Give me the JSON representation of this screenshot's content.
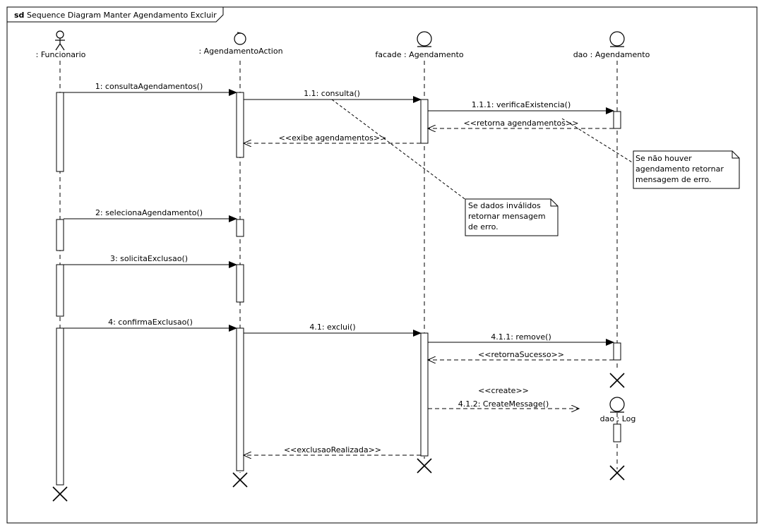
{
  "frame": {
    "keyword": "sd",
    "title": "Sequence Diagram Manter Agendamento Excluir"
  },
  "lifelines": [
    {
      "id": "funcionario",
      "kind": "actor",
      "label": ": Funcionario"
    },
    {
      "id": "action",
      "kind": "control",
      "label": ": AgendamentoAction"
    },
    {
      "id": "facade",
      "kind": "entity",
      "label": "facade : Agendamento"
    },
    {
      "id": "dao",
      "kind": "entity",
      "label": "dao : Agendamento"
    },
    {
      "id": "log",
      "kind": "entity",
      "label": "dao : Log"
    }
  ],
  "messages": [
    {
      "id": "m1",
      "label": "1: consultaAgendamentos()",
      "type": "sync"
    },
    {
      "id": "m11",
      "label": "1.1: consulta()",
      "type": "sync"
    },
    {
      "id": "m111",
      "label": "1.1.1: verificaExistencia()",
      "type": "sync"
    },
    {
      "id": "r111",
      "label": "<<retorna agendamentos>>",
      "type": "return"
    },
    {
      "id": "r11",
      "label": "<<exibe agendamentos>>",
      "type": "return"
    },
    {
      "id": "m2",
      "label": "2: selecionaAgendamento()",
      "type": "sync"
    },
    {
      "id": "m3",
      "label": "3: solicitaExclusao()",
      "type": "sync"
    },
    {
      "id": "m4",
      "label": "4: confirmaExclusao()",
      "type": "sync"
    },
    {
      "id": "m41",
      "label": "4.1: exclui()",
      "type": "sync"
    },
    {
      "id": "m411",
      "label": "4.1.1: remove()",
      "type": "sync"
    },
    {
      "id": "r411",
      "label": "<<retornaSucesso>>",
      "type": "return"
    },
    {
      "id": "m412",
      "label": "4.1.2: CreateMessage()",
      "stereotype": "<<create>>",
      "type": "create"
    },
    {
      "id": "r41",
      "label": "<<exclusaoRealizada>>",
      "type": "return"
    }
  ],
  "notes": [
    {
      "id": "note-dao",
      "lines": [
        "Se não houver",
        "agendamento retornar",
        "mensagem de erro."
      ]
    },
    {
      "id": "note-facade",
      "lines": [
        "Se dados inválidos",
        "retornar mensagem",
        "de erro."
      ]
    }
  ]
}
